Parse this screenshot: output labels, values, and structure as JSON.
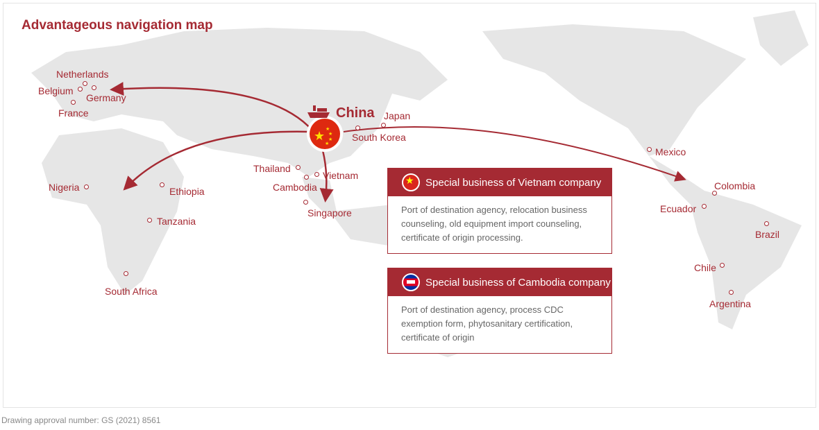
{
  "title": "Advantageous navigation map",
  "origin": "China",
  "cities": {
    "netherlands": "Netherlands",
    "belgium": "Belgium",
    "germany": "Germany",
    "france": "France",
    "south_korea": "South Korea",
    "japan": "Japan",
    "thailand": "Thailand",
    "vietnam": "Vietnam",
    "cambodia": "Cambodia",
    "singapore": "Singapore",
    "nigeria": "Nigeria",
    "ethiopia": "Ethiopia",
    "tanzania": "Tanzania",
    "south_africa": "South Africa",
    "mexico": "Mexico",
    "colombia": "Colombia",
    "ecuador": "Ecuador",
    "brazil": "Brazil",
    "chile": "Chile",
    "argentina": "Argentina"
  },
  "cards": [
    {
      "title": "Special business of Vietnam company",
      "body": "Port of destination agency, relocation business counseling, old equipment import counseling, certificate of origin processing."
    },
    {
      "title": "Special business of Cambodia company",
      "body": "Port of destination agency, process CDC exemption form, phytosanitary certification, certificate of origin"
    }
  ],
  "footer": "Drawing approval number: GS (2021) 8561",
  "colors": {
    "accent": "#a52a33",
    "land": "#e6e6e6"
  }
}
